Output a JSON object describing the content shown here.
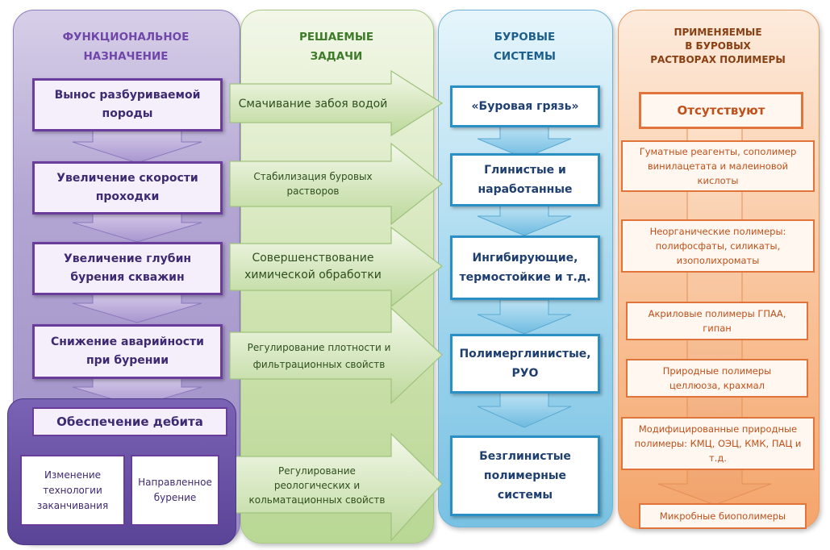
{
  "columns": {
    "functional": {
      "title": "ФУНКЦИОНАЛЬНОЕ\nНАЗНАЧЕНИЕ"
    },
    "tasks": {
      "title": "РЕШАЕМЫЕ\nЗАДАЧИ"
    },
    "systems": {
      "title": "БУРОВЫЕ\nСИСТЕМЫ"
    },
    "polymers": {
      "title": "ПРИМЕНЯЕМЫЕ\nВ БУРОВЫХ\nРАСТВОРАХ ПОЛИМЕРЫ"
    }
  },
  "functional_items": [
    "Вынос разбуриваемой\nпороды",
    "Увеличение скорости\nпроходки",
    "Увеличение глубин\nбурения скважин",
    "Снижение аварийности\nпри бурении"
  ],
  "debit": {
    "title": "Обеспечение дебита",
    "sub": [
      "Изменение\nтехнологии\nзаканчивания",
      "Направленное\nбурение"
    ]
  },
  "tasks": [
    "Смачивание забоя водой",
    "Стабилизация буровых\nрастворов",
    "Совершенствование\nхимической обработки",
    "Регулирование плотности и\nфильтрационных свойств",
    "Регулирование\nреологических и\nкольматационных свойств"
  ],
  "systems": [
    "«Буровая грязь»",
    "Глинистые и\nнаработанные",
    "Ингибирующие,\nтермостойкие и т.д.",
    "Полимерглинистые,\nРУО",
    "Безглинистые\nполимерные\nсистемы"
  ],
  "polymers": [
    "Отсутствуют",
    "Гуматные реагенты, сополимер\nвинилацетата и малеиновой\nкислоты",
    "Неорганические полимеры:\nполифосфаты, силикаты,\nизополихроматы",
    "Акриловые полимеры ГПАА,\nгипан",
    "Природные полимеры\nцеллюоза, крахмал",
    "Модифицированные природные\nполимеры: КМЦ, ОЭЦ, КМК, ПАЦ и\nт.д.",
    "Микробные биополимеры"
  ]
}
